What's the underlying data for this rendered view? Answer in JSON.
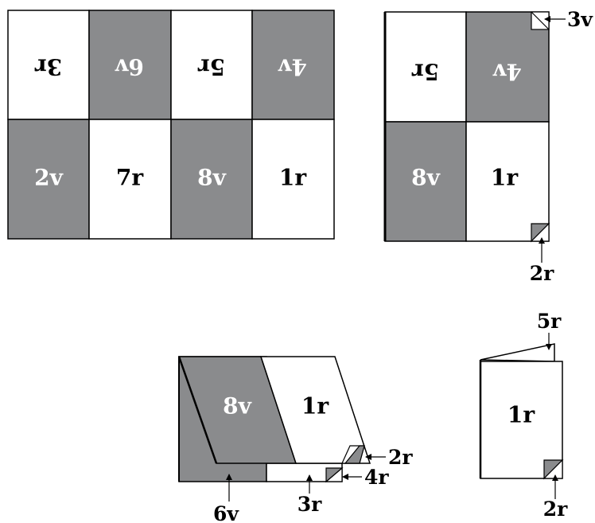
{
  "colors": {
    "panel_gray": "#8a8b8d",
    "panel_white": "#ffffff",
    "outline": "#000000"
  },
  "sheet": {
    "top_row": [
      "3r",
      "6v",
      "5r",
      "4v"
    ],
    "bottom_row": [
      "2v",
      "7r",
      "8v",
      "1r"
    ]
  },
  "first_fold": {
    "cells": [
      "5r",
      "4v",
      "8v",
      "1r"
    ],
    "callouts": [
      "3v",
      "2r"
    ]
  },
  "second_fold": {
    "cells": [
      "8v",
      "1r"
    ],
    "callouts": [
      "2r",
      "4r",
      "6v",
      "3r"
    ]
  },
  "final_fold": {
    "cell": "1r",
    "callouts": [
      "5r",
      "2r"
    ]
  }
}
